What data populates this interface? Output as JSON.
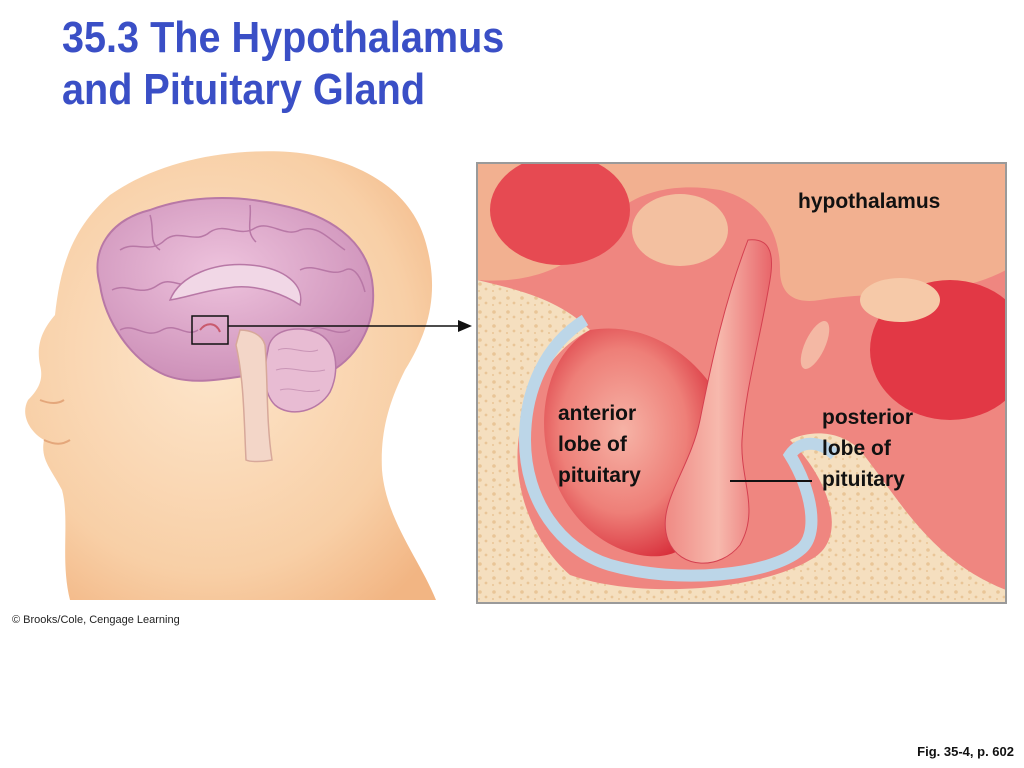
{
  "title": {
    "line1": "35.3 The Hypothalamus",
    "line2": "and Pituitary Gland"
  },
  "labels": {
    "hypothalamus": "hypothalamus",
    "anterior": [
      "anterior",
      "lobe of",
      "pituitary"
    ],
    "posterior": [
      "posterior",
      "lobe of",
      "pituitary"
    ]
  },
  "credit": "© Brooks/Cole, Cengage Learning",
  "figure_ref": "Fig. 35-4, p. 602",
  "colors": {
    "title": "#3a4fc6",
    "skin": "#f7c89b",
    "brain": "#d9a3c8",
    "tissue_red": "#e2434a",
    "bone": "#f4dcb8",
    "membrane": "#bfd8e6"
  }
}
